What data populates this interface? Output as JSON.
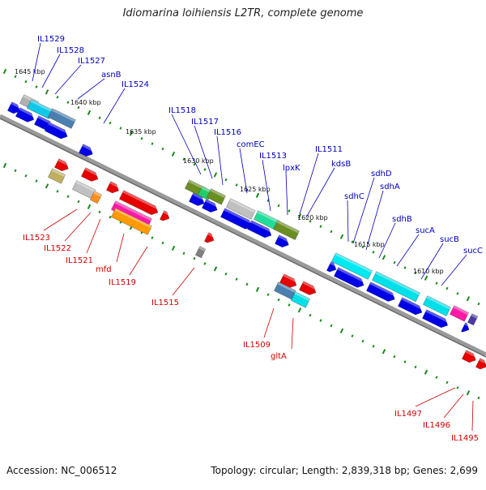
{
  "title": "Idiomarina loihiensis L2TR, complete genome",
  "footer": {
    "accession": "Accession: NC_006512",
    "summary": "Topology: circular; Length: 2,839,318 bp; Genes: 2,699"
  },
  "colors": {
    "backbone": "#8c8c8c",
    "forward_gene": "#0000e6",
    "reverse_gene": "#e60000",
    "forward_label": "#0000bb",
    "reverse_label": "#cc0000",
    "tick": "#1a8a1a"
  },
  "ruler": [
    "1645 kbp",
    "1640 kbp",
    "1635 kbp",
    "1630 kbp",
    "1625 kbp",
    "1620 kbp",
    "1615 kbp",
    "1610 kbp"
  ],
  "forward_labels": [
    "IL1529",
    "IL1528",
    "IL1527",
    "asnB",
    "IL1524",
    "IL1518",
    "IL1517",
    "IL1516",
    "comEC",
    "IL1513",
    "lpxK",
    "IL1511",
    "kdsB",
    "sdhC",
    "sdhD",
    "sdhA",
    "sdhB",
    "sucA",
    "sucB",
    "sucC"
  ],
  "reverse_labels": [
    "IL1523",
    "IL1522",
    "IL1521",
    "mfd",
    "IL1519",
    "IL1515",
    "IL1509",
    "gltA",
    "IL1497",
    "IL1496",
    "IL1495"
  ]
}
